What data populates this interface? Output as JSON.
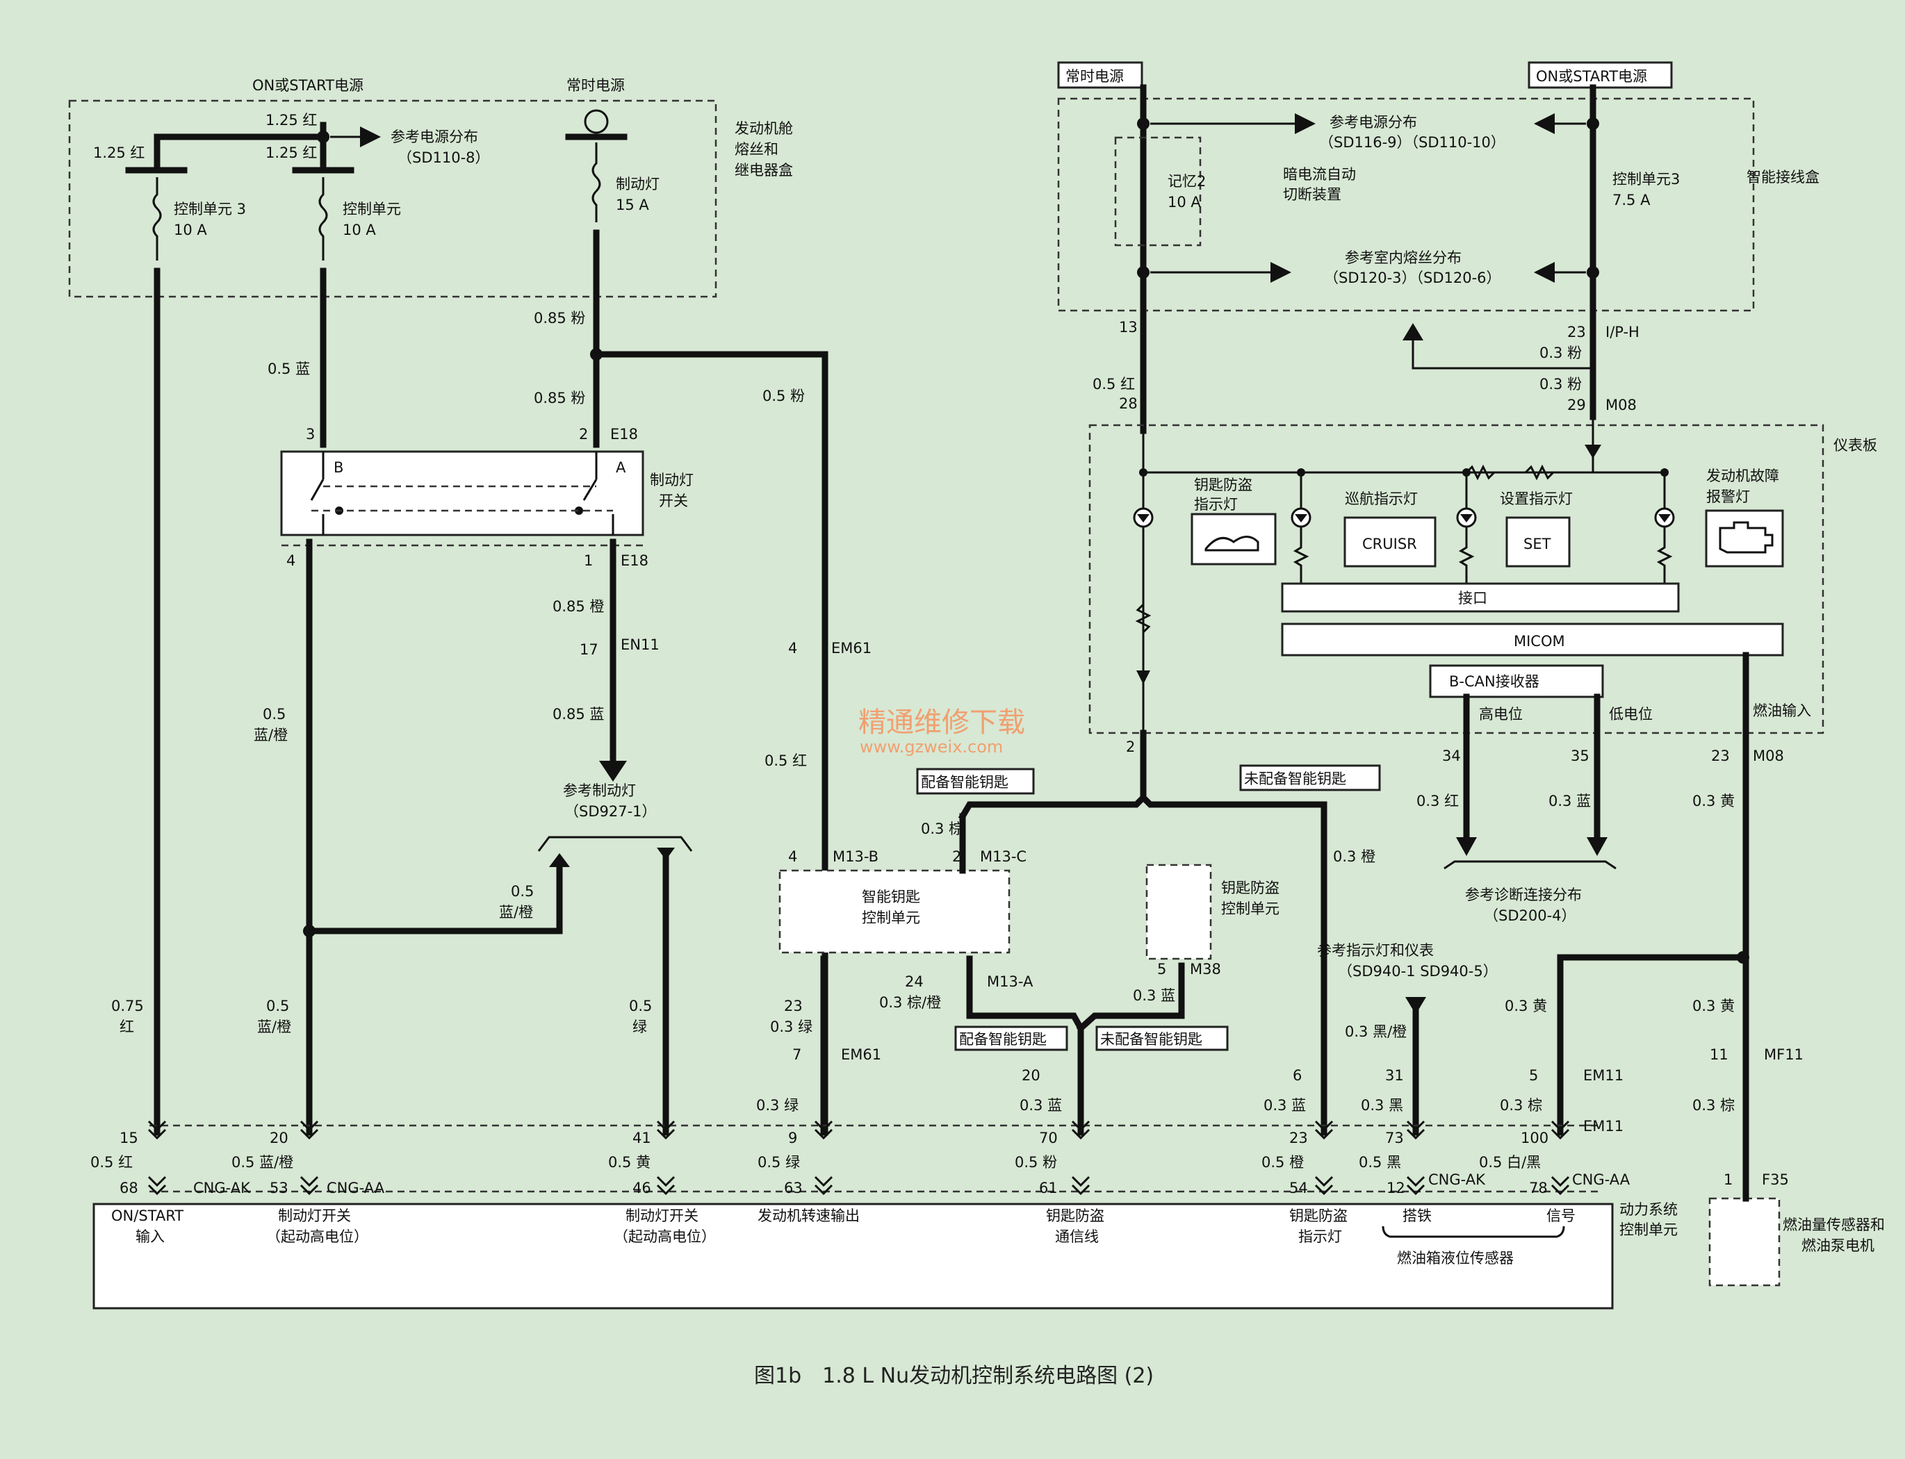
{
  "caption": "图1b　1.8 L Nu发动机控制系统电路图 (2)",
  "watermark": {
    "main": "精通维修下载",
    "url": "www.gzweix.com"
  },
  "left": {
    "on_start_power": "ON或START电源",
    "constant_power": "常时电源",
    "fuse_box_name": [
      "发动机舱",
      "熔丝和",
      "继电器盒"
    ],
    "wire_125_a": "1.25 红",
    "wire_125_b": "1.25 红",
    "wire_125_c": "1.25 红",
    "ref_power_1": "参考电源分布",
    "ref_power_1_code": "（SD110-8）",
    "fuse1_name": "控制单元 3",
    "fuse1_amp": "10 A",
    "fuse2_name": "控制单元",
    "fuse2_amp": "10 A",
    "fuse3_name": "制动灯",
    "fuse3_amp": "15 A",
    "w_085_pink_1": "0.85 粉",
    "w_085_pink_2": "0.85 粉",
    "w_05_blue": "0.5 蓝",
    "w_05_pink": "0.5 粉",
    "brake_switch_name": [
      "制动灯",
      "开关"
    ],
    "pin_3": "3",
    "pin_B": "B",
    "pin_2": "2",
    "conn_E18a": "E18",
    "pin_A": "A",
    "pin_4": "4",
    "pin_1": "1",
    "conn_E18b": "E18",
    "w_085_orange": "0.85 橙",
    "pin_17": "17",
    "conn_EN11": "EN11",
    "w_085_blue": "0.85 蓝",
    "ref_brake_lamp": "参考制动灯",
    "ref_brake_lamp_code": "（SD927-1）",
    "w_05_blue_orange_a": [
      "0.5",
      "蓝/橙"
    ],
    "w_05_blue_orange_b": [
      "0.5",
      "蓝/橙"
    ],
    "w_05_blue_orange_c": [
      "0.5",
      "蓝/橙"
    ],
    "w_075_red": [
      "0.75",
      "红"
    ],
    "w_05_green": [
      "0.5",
      "绿"
    ],
    "pin_4_em61": "4",
    "conn_EM61": "EM61",
    "w_05_red": "0.5 红",
    "pin_4_m13b": "4",
    "conn_M13B": "M13-B",
    "smart_key_unit": [
      "智能钥匙",
      "控制单元"
    ]
  },
  "middle": {
    "with_smart_key_1": "配备智能钥匙",
    "without_smart_key_1": "未配备智能钥匙",
    "w_03_brown": "0.3 棕",
    "pin_2_m13c": "2",
    "conn_M13C": "M13-C",
    "immobilizer_unit": [
      "钥匙防盗",
      "控制单元"
    ],
    "pin_24": "24",
    "w_03_brown_orange": "0.3 棕/橙",
    "conn_M13A": "M13-A",
    "pin_5_m38": "5",
    "conn_M38": "M38",
    "w_03_blue": "0.3 蓝",
    "with_smart_key_2": "配备智能钥匙",
    "without_smart_key_2": "未配备智能钥匙",
    "pin_23_a": "23",
    "w_03_green_a": "0.3 绿",
    "pin_7": "7",
    "conn_EM61b": "EM61",
    "pin_20_b": "20",
    "w_03_orange": "0.3 橙",
    "ref_indicator": "参考指示灯和仪表",
    "ref_indicator_code": "（SD940-1 SD940-5）",
    "w_03_black_orange": "0.3 黑/橙",
    "pin_6": "6",
    "pin_31": "31",
    "pin_5_em11": "5",
    "conn_EM11a": "EM11",
    "w_03_yellow_a": "0.3 黄"
  },
  "right": {
    "constant_power": "常时电源",
    "on_start_power": "ON或START电源",
    "ref_power_2": "参考电源分布",
    "ref_power_2_code": "（SD116-9）（SD110-10）",
    "fuse_memory_name": "记忆2",
    "fuse_memory_amp": "10 A",
    "dark_current": [
      "暗电流自动",
      "切断装置"
    ],
    "fuse_cu3_name": "控制单元3",
    "fuse_cu3_amp": "7.5 A",
    "smart_junction": "智能接线盒",
    "ref_fuse": "参考室内熔丝分布",
    "ref_fuse_code": "（SD120-3）（SD120-6）",
    "pin_13": "13",
    "pin_23_iph": "23",
    "conn_IPH": "I/P-H",
    "w_03_pink_a": "0.3 粉",
    "w_03_pink_b": "0.3 粉",
    "w_05_red_r": "0.5 红",
    "pin_28": "28",
    "pin_29": "29",
    "conn_M08a": "M08",
    "cluster": "仪表板",
    "immo_lamp": [
      "钥匙防盗",
      "指示灯"
    ],
    "cruise_lamp": "巡航指示灯",
    "set_lamp": "设置指示灯",
    "mil_lamp": [
      "发动机故障",
      "报警灯"
    ],
    "cruise_text": "CRUISR",
    "set_text": "SET",
    "interface": "接口",
    "micom": "MICOM",
    "bcan": "B-CAN接收器",
    "high": "高电位",
    "low": "低电位",
    "fuel_input": "燃油输入",
    "pin_2_c": "2",
    "pin_34": "34",
    "pin_35": "35",
    "pin_23_m08": "23",
    "conn_M08b": "M08",
    "w_03_red": "0.3 红",
    "w_03_blue_r": "0.3 蓝",
    "w_03_yellow_r": "0.3 黄",
    "ref_diag": "参考诊断连接分布",
    "ref_diag_code": "（SD200-4）",
    "w_03_yellow_b": "0.3 黄",
    "pin_11": "11",
    "conn_MF11": "MF11",
    "w_03_brown_r": "0.3 棕",
    "pin_1_f35": "1",
    "conn_F35": "F35",
    "fuel_sender": [
      "燃油量传感器和",
      "燃油泵电机"
    ]
  },
  "bottom": {
    "rows": {
      "upper_wire": [
        "0.3 绿",
        "0.3 蓝",
        "0.3 蓝",
        "0.3 黑",
        "0.3 棕"
      ],
      "upper_pins": [
        "15",
        "20",
        "41",
        "9",
        "70",
        "23",
        "73",
        "100"
      ],
      "lower_wires": [
        "0.5 红",
        "0.5 蓝/橙",
        "0.5 黄",
        "0.5 绿",
        "0.5 粉",
        "0.5 橙",
        "0.5 黑",
        "0.5 白/黑"
      ],
      "lower_pins": [
        "68",
        "53",
        "46",
        "63",
        "61",
        "54",
        "12",
        "78"
      ],
      "conn_labels": [
        "CNG-AK",
        "CNG-AA",
        "EM11",
        "CNG-AK",
        "CNG-AA"
      ]
    },
    "ecu_name": [
      "动力系统",
      "控制单元"
    ],
    "ecu_ports": [
      [
        "ON/START",
        "输入"
      ],
      [
        "制动灯开关",
        "（起动高电位）"
      ],
      [
        "制动灯开关",
        "（起动高电位）"
      ],
      [
        "发动机转速输出"
      ],
      [
        "钥匙防盗",
        "通信线"
      ],
      [
        "钥匙防盗",
        "指示灯"
      ],
      [
        "搭铁"
      ],
      [
        "信号"
      ]
    ],
    "fuel_tank_sensor": "燃油箱液位传感器"
  }
}
